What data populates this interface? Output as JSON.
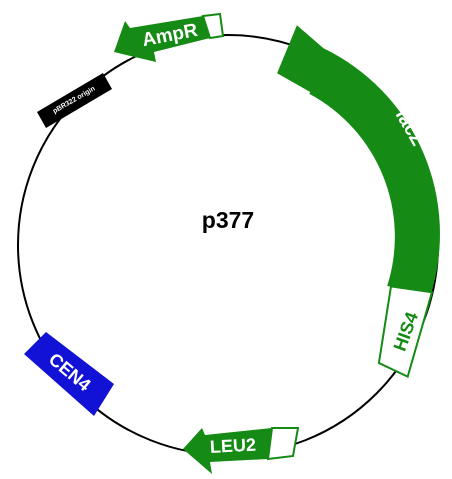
{
  "plasmid": {
    "name": "p377"
  },
  "features": {
    "ampr": {
      "label": "AmpR",
      "color": "#158a15",
      "kind": "arrow-ccw"
    },
    "lacz": {
      "label": "lacZ",
      "color": "#158a15",
      "kind": "arrow-ccw"
    },
    "his4": {
      "label": "HIS4",
      "color": "#158a15",
      "kind": "box-outline"
    },
    "leu2": {
      "label": "LEU2",
      "color": "#158a15",
      "kind": "arrow-ccw"
    },
    "cen4": {
      "label": "CEN4",
      "color": "#1212d6",
      "kind": "box-filled"
    },
    "pbr322_origin": {
      "label": "pBR322 origin",
      "color": "#000000",
      "kind": "box-filled"
    }
  },
  "backbone_color": "#000000"
}
